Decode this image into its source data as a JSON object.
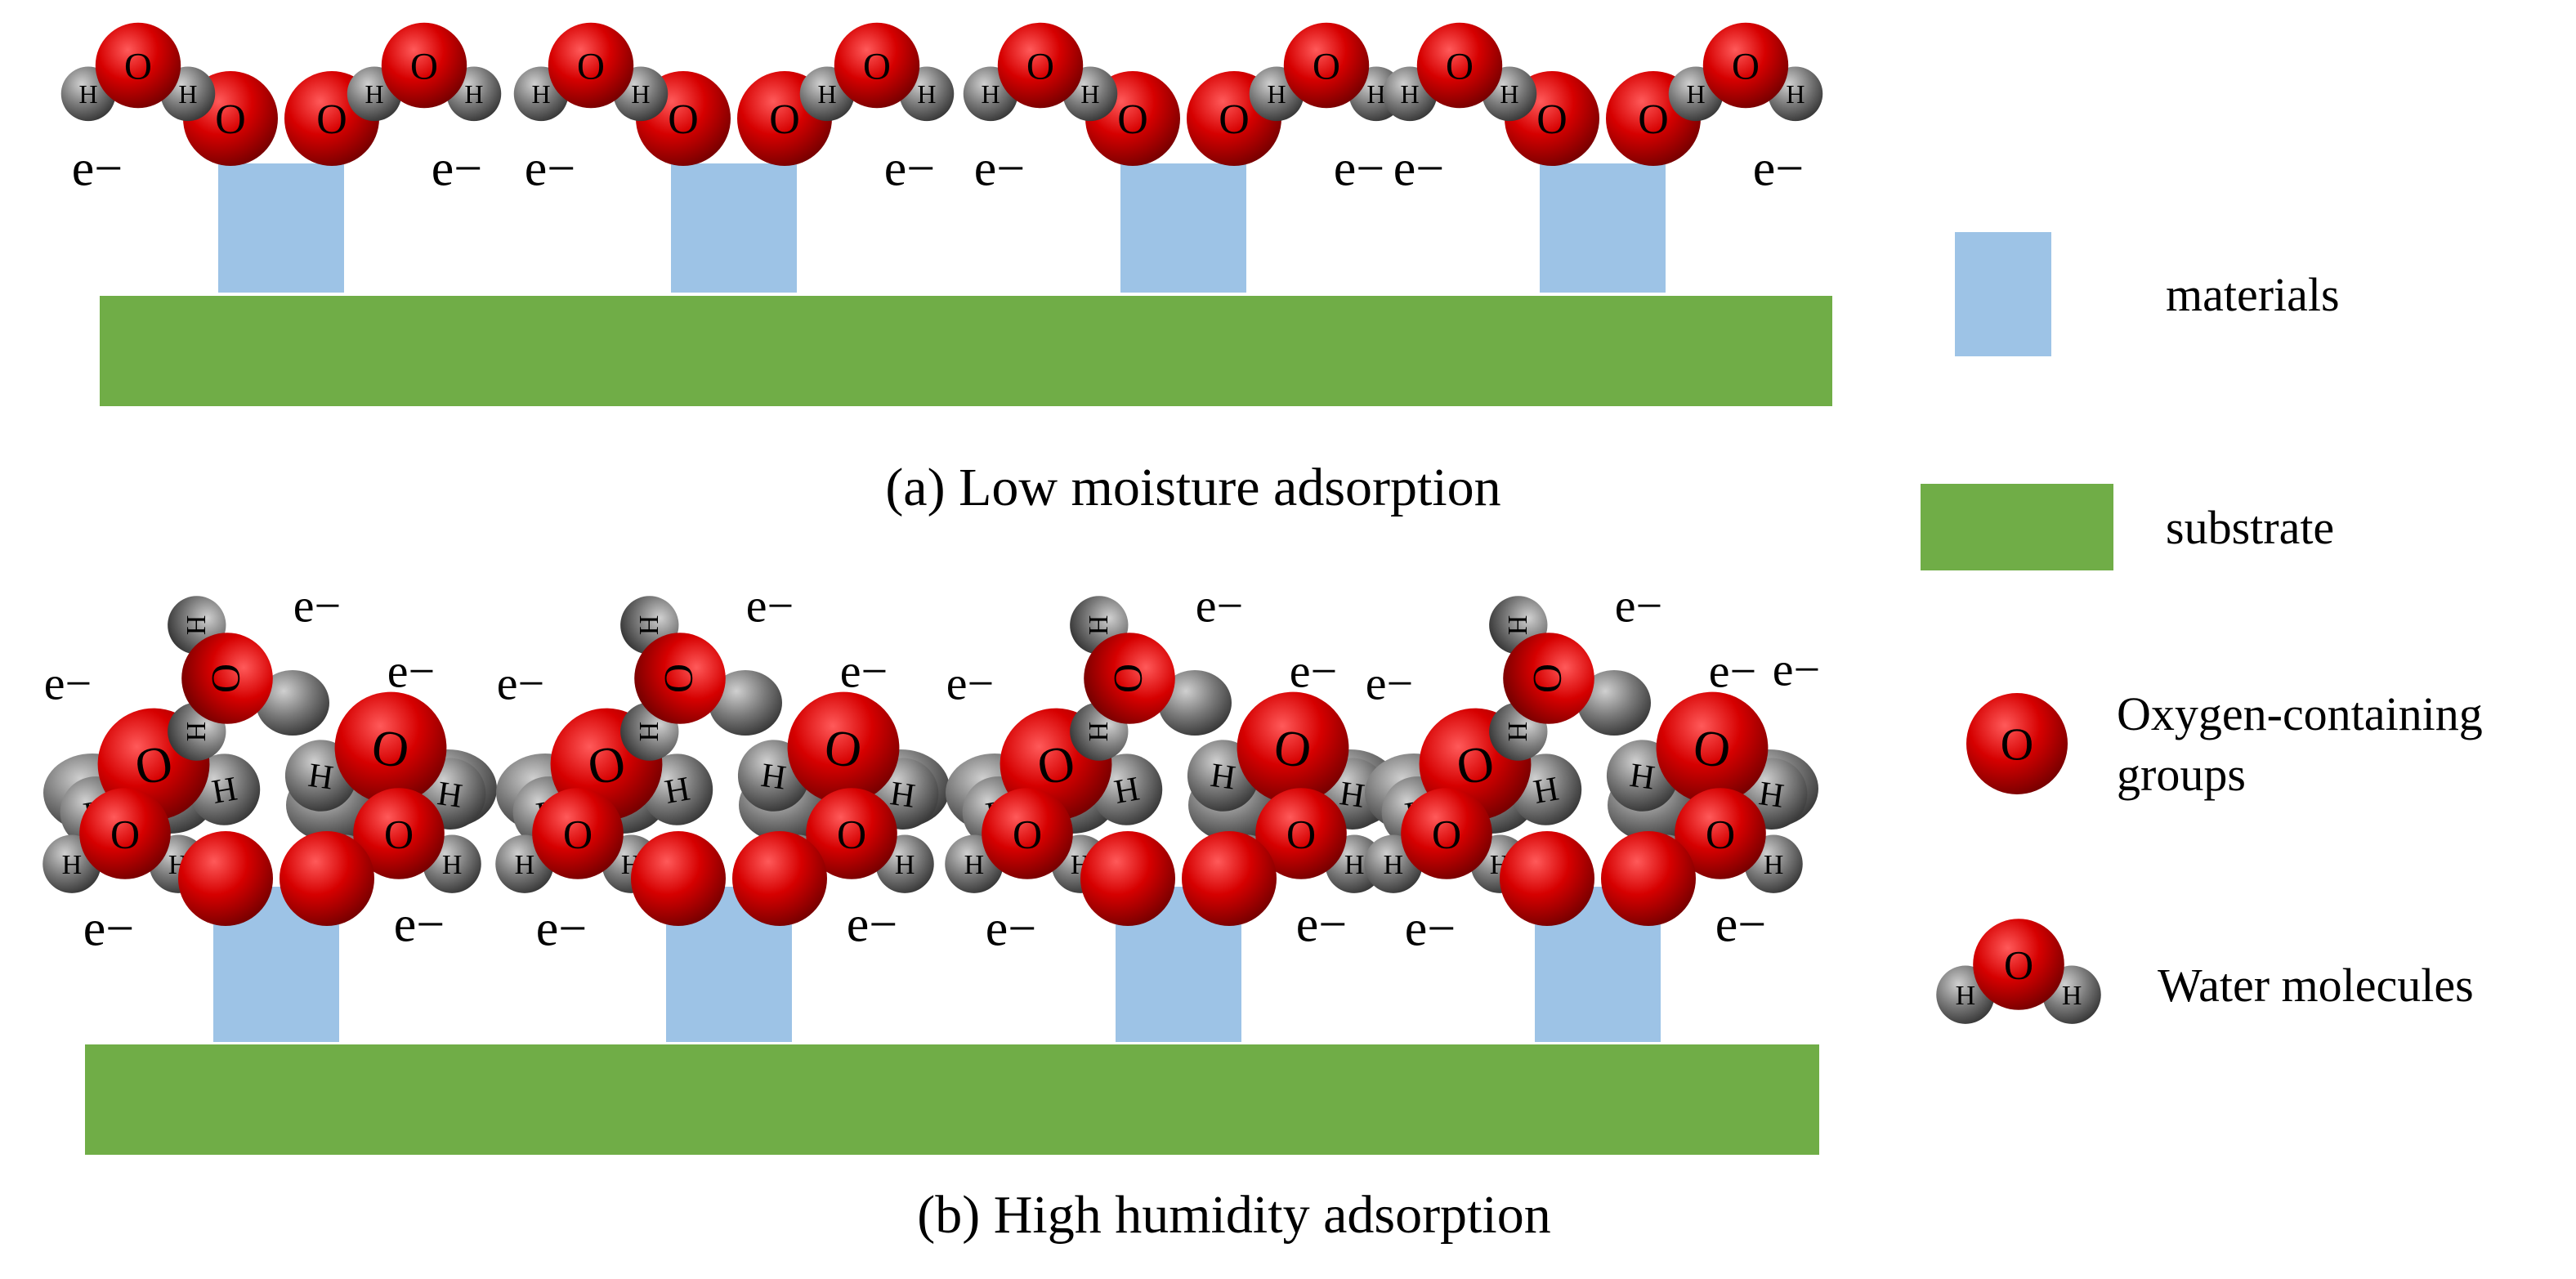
{
  "electron_label": "e−",
  "atom_labels": {
    "oxygen": "O",
    "hydrogen": "H"
  },
  "panels": [
    {
      "caption": "(a) Low moisture adsorption",
      "condition": "low"
    },
    {
      "caption": "(b) High humidity adsorption",
      "condition": "high"
    }
  ],
  "legend": {
    "items": [
      {
        "label_lines": [
          "materials"
        ],
        "icon": "blue-square-icon"
      },
      {
        "label_lines": [
          "substrate"
        ],
        "icon": "green-bar-icon"
      },
      {
        "label_lines": [
          "Oxygen-containing",
          "groups"
        ],
        "icon": "oxygen-group-icon"
      },
      {
        "label_lines": [
          "Water molecules"
        ],
        "icon": "water-molecule-icon"
      }
    ]
  },
  "colors": {
    "materials": "#9DC3E6",
    "substrate": "#70AD47",
    "oxygen": "#D00000",
    "hydrogen": "#707070"
  }
}
